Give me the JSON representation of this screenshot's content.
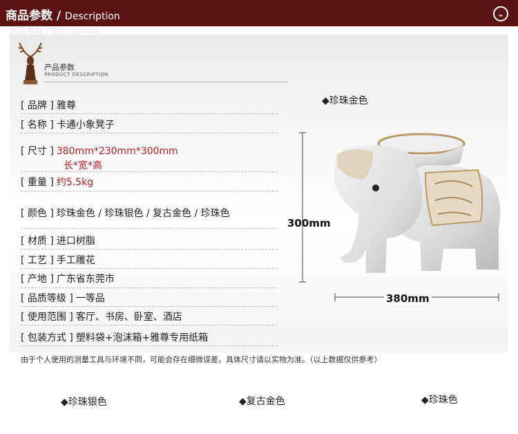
{
  "header": {
    "title_cn": "商品参数",
    "separator": " / ",
    "title_en": "Description",
    "icon": "chevron-down-circle-icon"
  },
  "ghost_text": "商品参数 / Description",
  "brand": {
    "title_cn": "产品参数",
    "title_en": "PRODUCT DESCRIPTION"
  },
  "specs": [
    {
      "label": "[ 品牌 ]",
      "value": "雅尊"
    },
    {
      "label": "[ 名称 ]",
      "value": "卡通小象凳子"
    },
    {
      "label": "[ 尺寸 ]",
      "value": "380mm*230mm*300mm",
      "value2": "长*宽*高"
    },
    {
      "label": "[ 重量 ]",
      "value": "约5.5kg"
    },
    {
      "label": "[ 颜色 ]",
      "value": "珍珠金色 / 珍珠银色 / 复古金色 / 珍珠色"
    },
    {
      "label": "[ 材质 ]",
      "value": "进口树脂"
    },
    {
      "label": "[ 工艺 ]",
      "value": "手工雕花"
    },
    {
      "label": "[ 产地 ]",
      "value": "广东省东莞市"
    },
    {
      "label": "[ 品质等级 ]",
      "value": "一等品"
    },
    {
      "label": "[ 使用范围 ]",
      "value": "客厅、书房、卧室、酒店"
    },
    {
      "label": "[ 包装方式 ]",
      "value": "塑料袋+泡沫箱+雅尊专用纸箱"
    }
  ],
  "product": {
    "color_label": "◆珍珠金色",
    "height_label": "300mm",
    "width_label": "380mm"
  },
  "note": "由于个人使用的测量工具与环境不同，可能会存在细微误差，具体尺寸请以实物为准。（以上数据仅供参考）",
  "bottom_labels": [
    "◆珍珠银色",
    "◆复古金色",
    "◆珍珠色"
  ],
  "colors": {
    "header_bg": "#5a1512",
    "accent_red": "#b11e1e"
  }
}
